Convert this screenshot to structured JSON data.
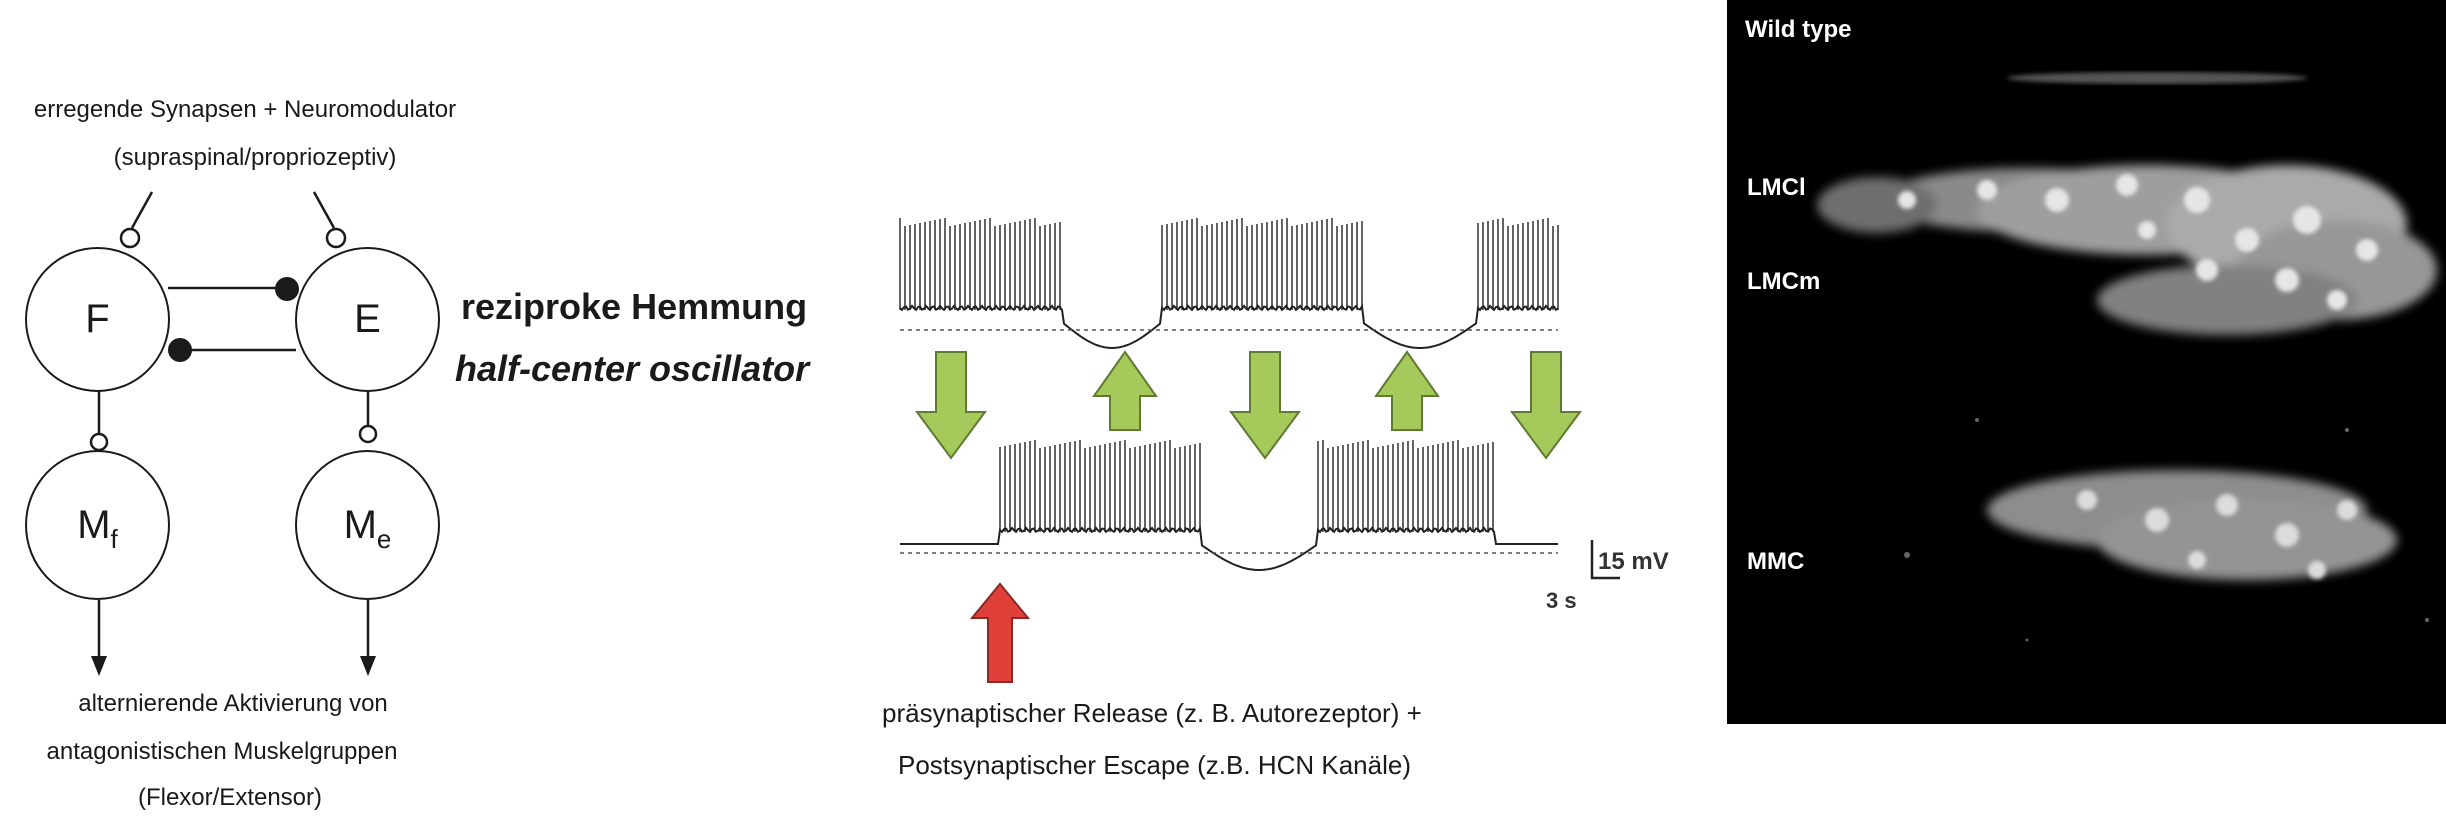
{
  "circuit": {
    "input_line1": "erregende Synapsen + Neuromodulator",
    "input_line2": "(supraspinal/propriozeptiv)",
    "node_f": "F",
    "node_e": "E",
    "motor_f_main": "M",
    "motor_f_sub": "f",
    "motor_e_main": "M",
    "motor_e_sub": "e",
    "output_line1": "alternierende Aktivierung von",
    "output_line2": "antagonistischen Muskelgruppen",
    "output_line3": "(Flexor/Extensor)"
  },
  "heading": {
    "line1": "reziproke Hemmung",
    "line2": "half-center oscillator"
  },
  "recording": {
    "scale_voltage": "15 mV",
    "scale_time": "3 s",
    "caption_line1": "präsynaptischer  Release (z. B. Autorezeptor) +",
    "caption_line2": "Postsynaptischer Escape (z.B. HCN Kanäle)",
    "colors": {
      "green_arrow": "#a5c95a",
      "red_arrow": "#e0403a",
      "trace": "#222222"
    }
  },
  "microscopy": {
    "label_title": "Wild type",
    "label_lmcl": "LMCl",
    "label_lmcm": "LMCm",
    "label_mmc": "MMC"
  }
}
